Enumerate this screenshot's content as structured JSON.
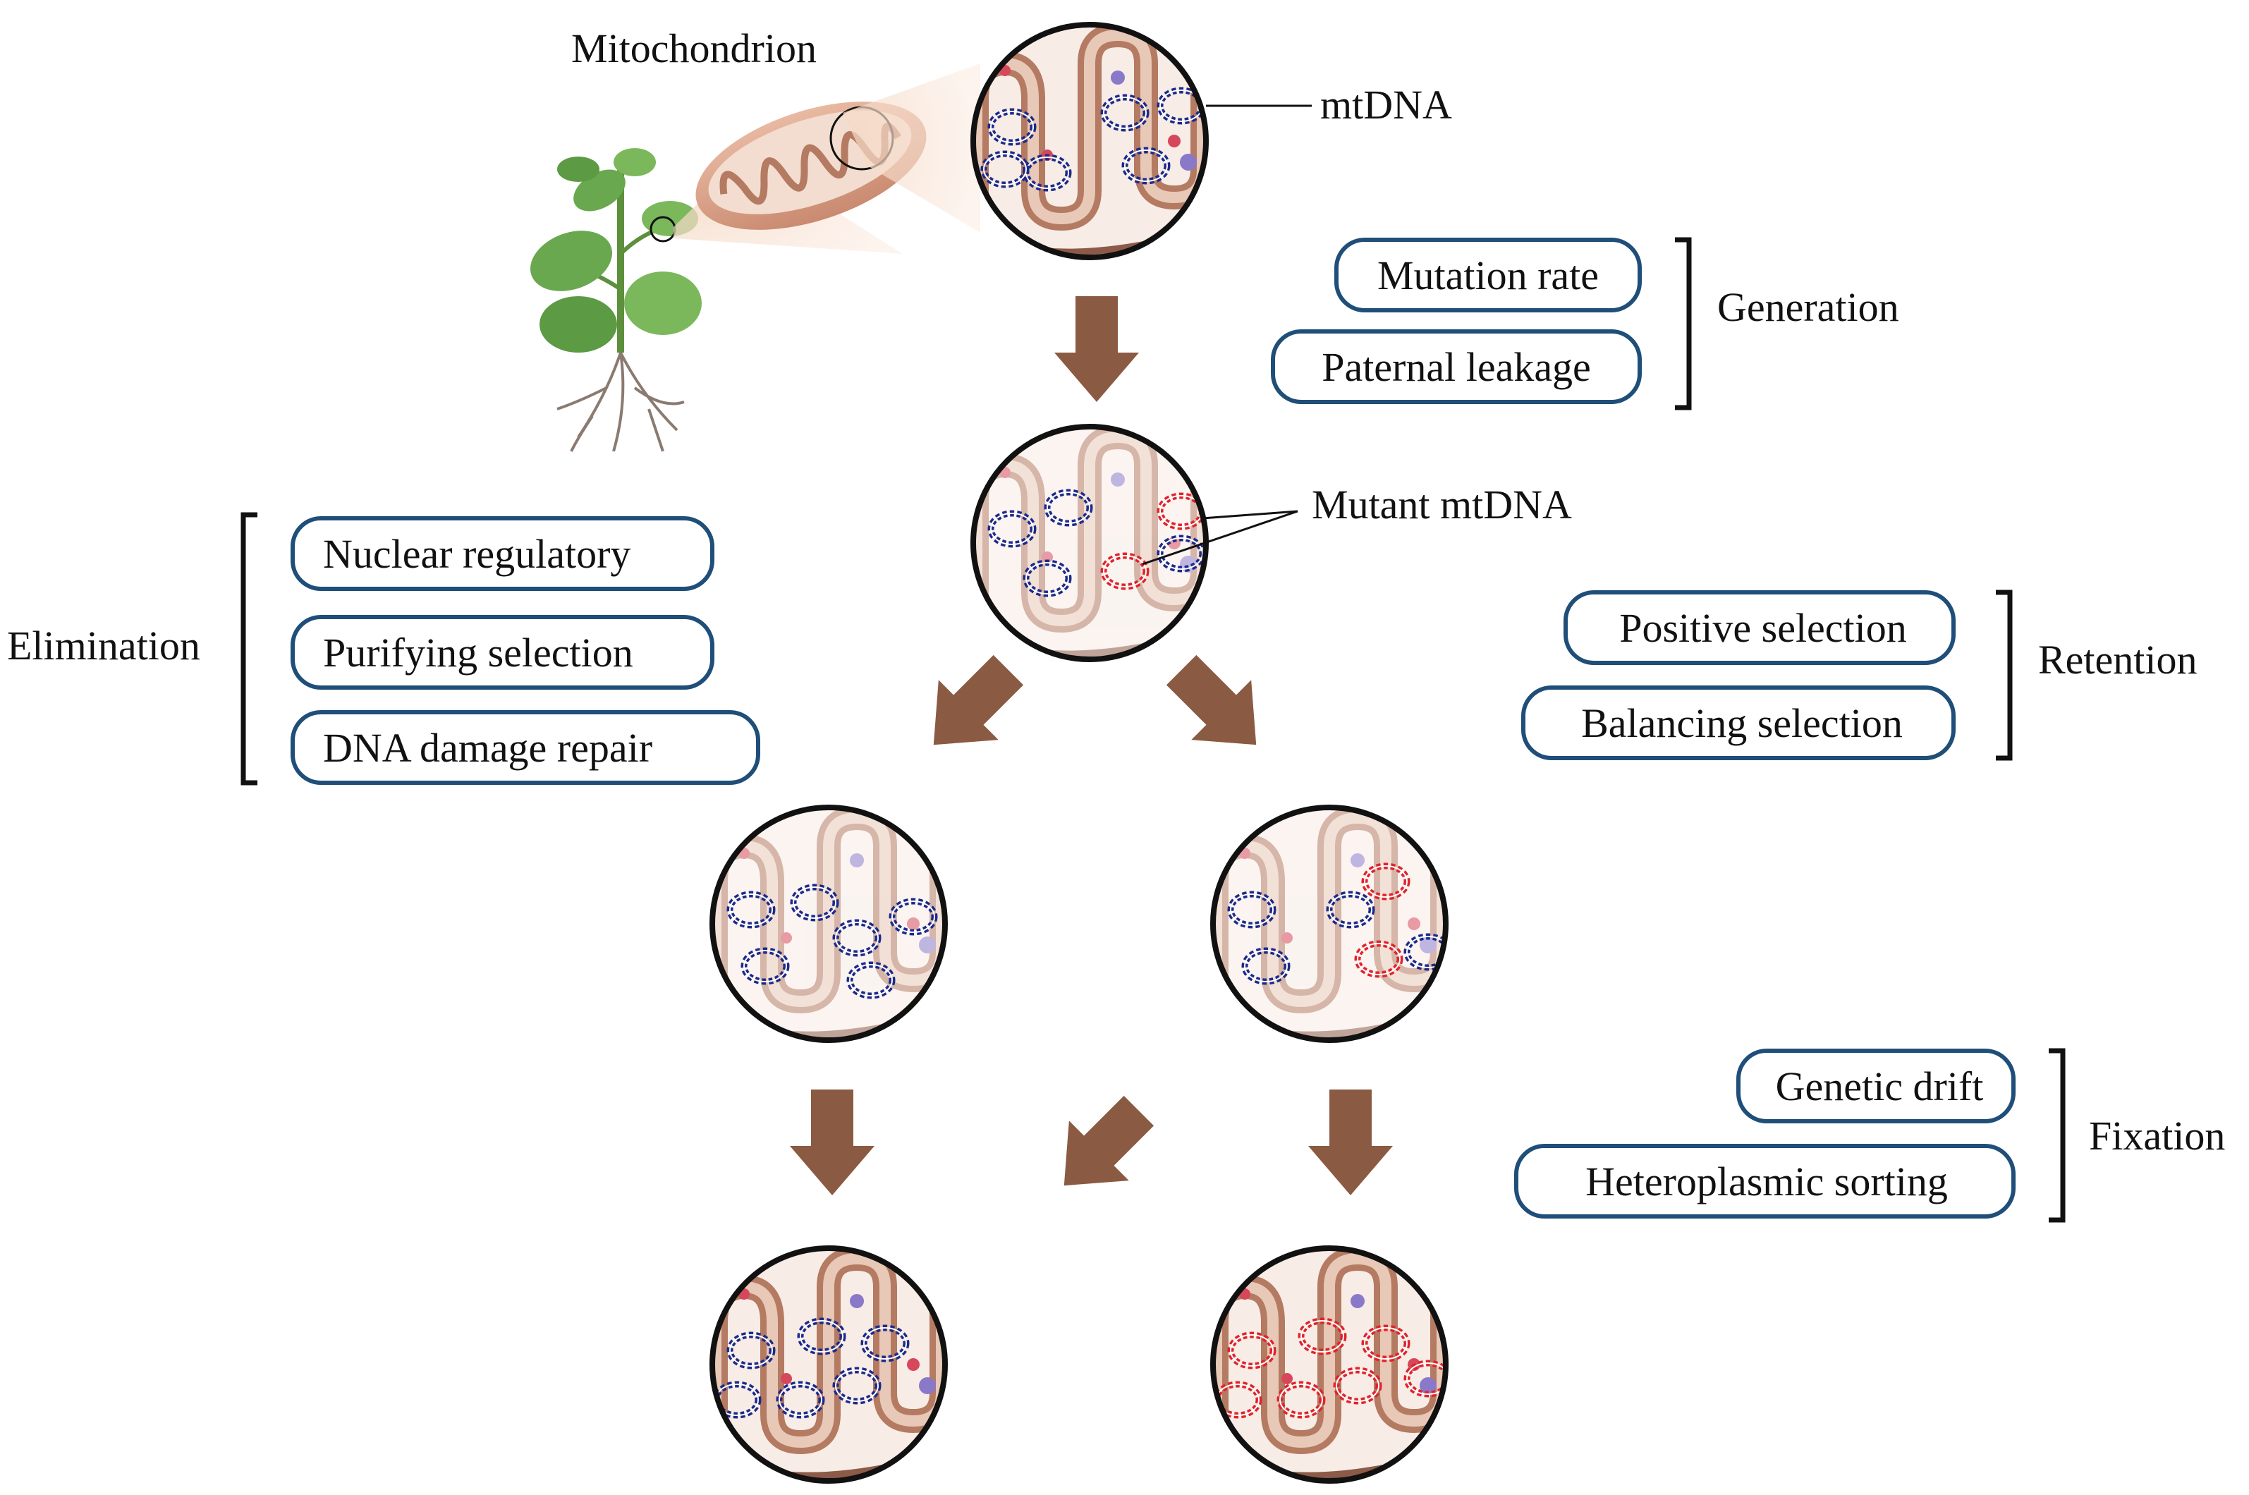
{
  "labels": {
    "mitochondrion": "Mitochondrion",
    "mtdna": "mtDNA",
    "mutant_mtdna": "Mutant mtDNA"
  },
  "groups": {
    "generation": {
      "title": "Generation",
      "items": [
        "Mutation rate",
        "Paternal leakage"
      ]
    },
    "elimination": {
      "title": "Elimination",
      "items": [
        "Nuclear regulatory",
        "Purifying selection",
        "DNA damage repair"
      ]
    },
    "retention": {
      "title": "Retention",
      "items": [
        "Positive selection",
        "Balancing selection"
      ]
    },
    "fixation": {
      "title": "Fixation",
      "items": [
        "Genetic drift",
        "Heteroplasmic sorting"
      ]
    }
  },
  "colors": {
    "box_border": "#1f4e79",
    "arrow": "#8b5a42",
    "wild_type_mtdna": "#1c2a8a",
    "mutant_mtdna": "#e0232b",
    "membrane_dark": "#8c5a48",
    "membrane_light": "#e8c8b6",
    "leaf": "#6aa84f"
  },
  "icons": {
    "plant": "plant-icon",
    "mitochondrion": "mitochondrion-icon",
    "zoom": "magnifier-circle-icon"
  }
}
